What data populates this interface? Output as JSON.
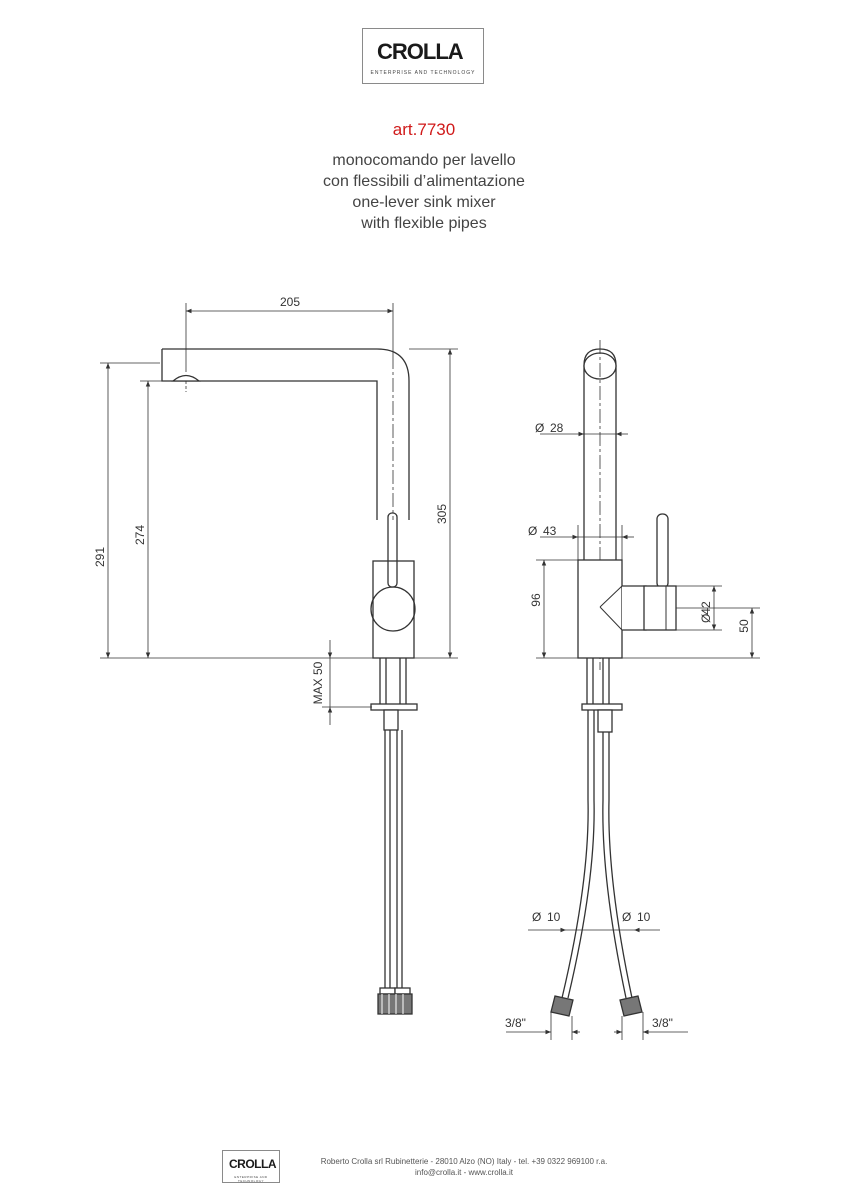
{
  "header": {
    "logo_text": "CROLLA",
    "logo_tagline": "ENTERPRISE AND TECHNOLOGY",
    "article": "art.7730",
    "description_lines": [
      "monocomando per lavello",
      "con flessibili d’alimentazione",
      "one-lever sink mixer",
      "with flexible pipes"
    ]
  },
  "dimensions": {
    "side_width": "205",
    "side_total_height": "305",
    "side_height_291": "291",
    "side_height_274": "274",
    "max_deck": "MAX 50",
    "front_spout_dia": "28",
    "front_body_dia": "43",
    "front_body_height": "96",
    "front_lever_dia": "42",
    "front_lever_height": "50",
    "hose_dia_left": "10",
    "hose_dia_right": "10",
    "thread_left": "3/8\"",
    "thread_right": "3/8\"",
    "diameter_symbol": "Ø"
  },
  "footer": {
    "logo_text": "CROLLA",
    "logo_tagline": "ENTERPRISE AND TECHNOLOGY",
    "address_line": "Roberto Crolla srl Rubinetterie  -  28010 Alzo (NO) Italy  - tel. +39 0322 969100 r.a.",
    "contact_line": "info@crolla.it  -  www.crolla.it"
  }
}
